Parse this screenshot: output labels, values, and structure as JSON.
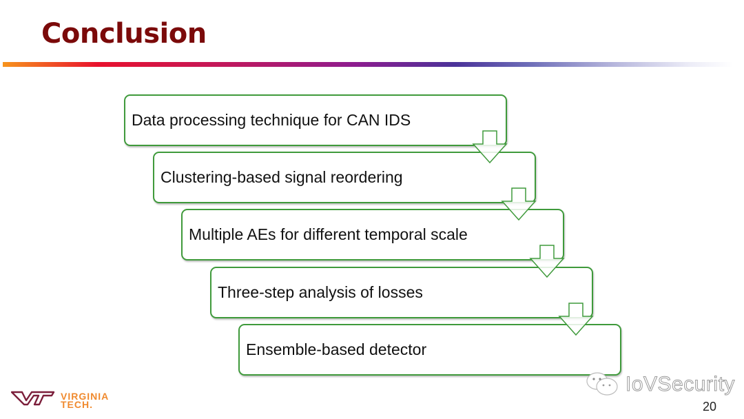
{
  "slide": {
    "title": "Conclusion",
    "steps": [
      {
        "label": "Data processing technique for CAN IDS"
      },
      {
        "label": "Clustering-based signal reordering"
      },
      {
        "label": "Multiple AEs for different temporal scale"
      },
      {
        "label": "Three-step analysis of losses"
      },
      {
        "label": "Ensemble-based detector"
      }
    ],
    "page_number": "20",
    "logo": {
      "mark": "VT",
      "line1": "VIRGINIA",
      "line2": "TECH."
    },
    "watermark": "IoVSecurity",
    "colors": {
      "title": "#7b0a0a",
      "box_border": "#3f9a3b",
      "logo_mark": "#7b1e3a",
      "logo_text": "#f08a2e"
    }
  }
}
